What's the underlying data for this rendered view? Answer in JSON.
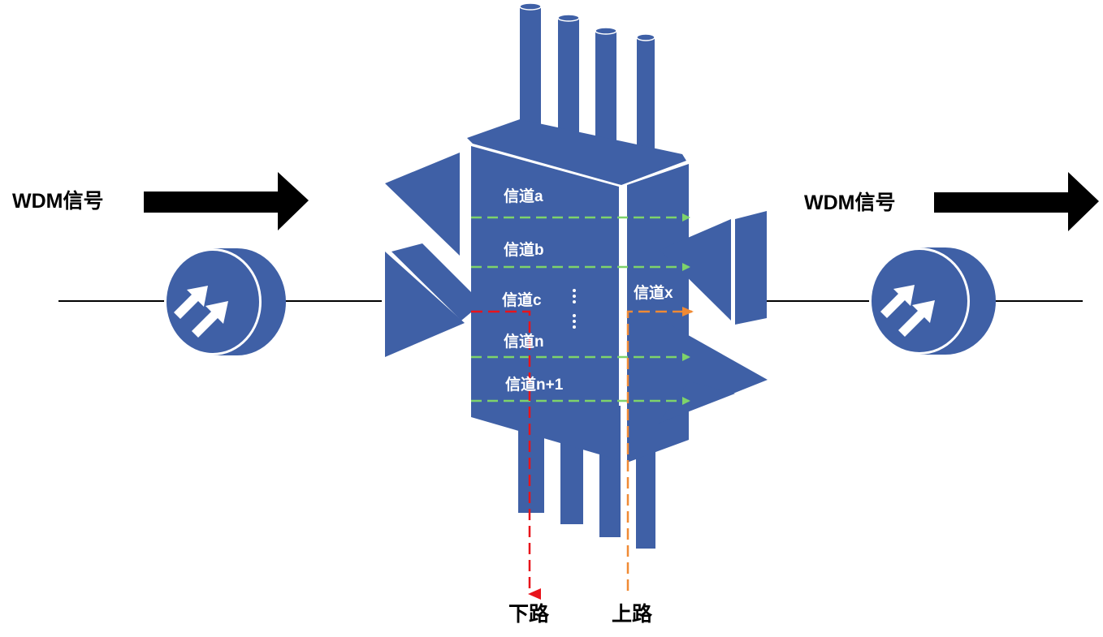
{
  "labels": {
    "wdm_in": "WDM信号",
    "wdm_out": "WDM信号",
    "drop": "下路",
    "add": "上路"
  },
  "channels": {
    "a": "信道a",
    "b": "信道b",
    "c": "信道c",
    "n": "信道n",
    "n1": "信道n+1",
    "x": "信道x"
  },
  "colors": {
    "device": "#3f60a6",
    "through_path": "#7ed36a",
    "drop_path": "#e8141b",
    "add_path": "#f08a34",
    "line": "#000000"
  },
  "icons": {
    "amplifier": "double-arrow-amplifier-icon",
    "arrow": "right-arrow-icon"
  }
}
